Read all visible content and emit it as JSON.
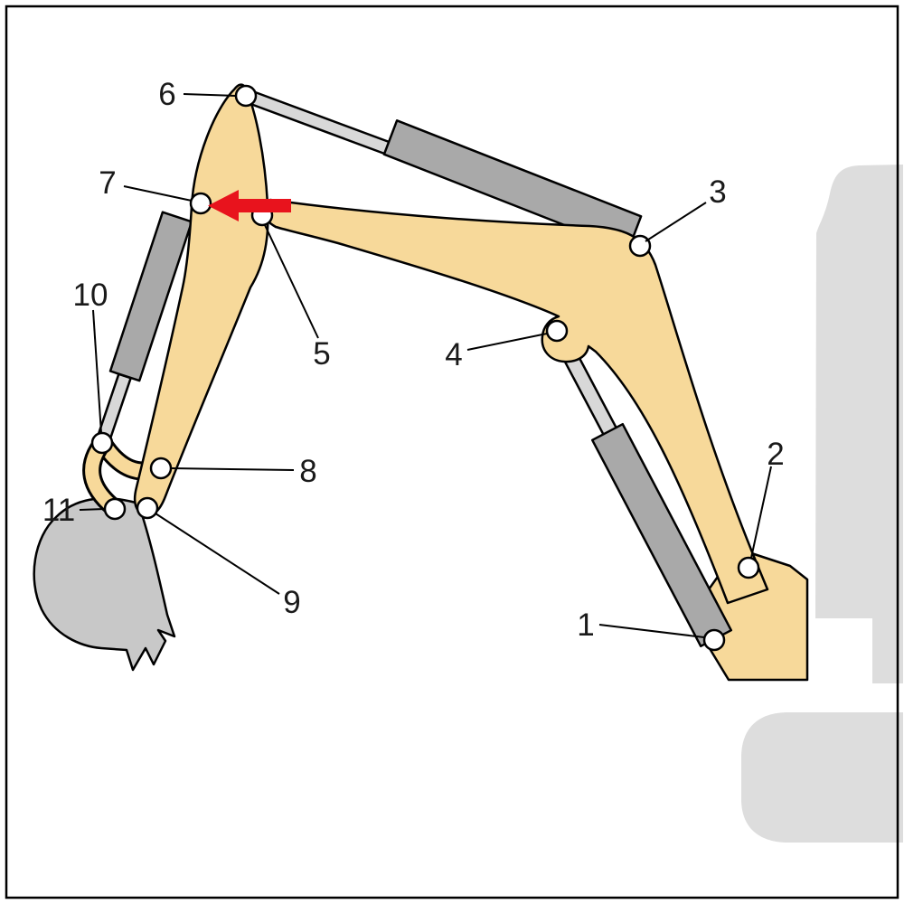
{
  "figure": {
    "labels": [
      {
        "n": "1"
      },
      {
        "n": "2"
      },
      {
        "n": "3"
      },
      {
        "n": "4"
      },
      {
        "n": "5"
      },
      {
        "n": "6"
      },
      {
        "n": "7"
      },
      {
        "n": "8"
      },
      {
        "n": "9"
      },
      {
        "n": "10"
      },
      {
        "n": "11"
      }
    ],
    "arrow": {
      "direction": "left",
      "points_at_label": "7"
    },
    "colors": {
      "machine_yellow": "#F7D99A",
      "cylinder_body_gray": "#A9A9A9",
      "cylinder_rod_gray": "#D8D8D8",
      "bucket_gray": "#C8C8C8",
      "body_silhouette_gray": "#DDDDDD",
      "arrow_red": "#E8131D",
      "outline_black": "#000000",
      "label_color": "#1A1A1A"
    }
  }
}
